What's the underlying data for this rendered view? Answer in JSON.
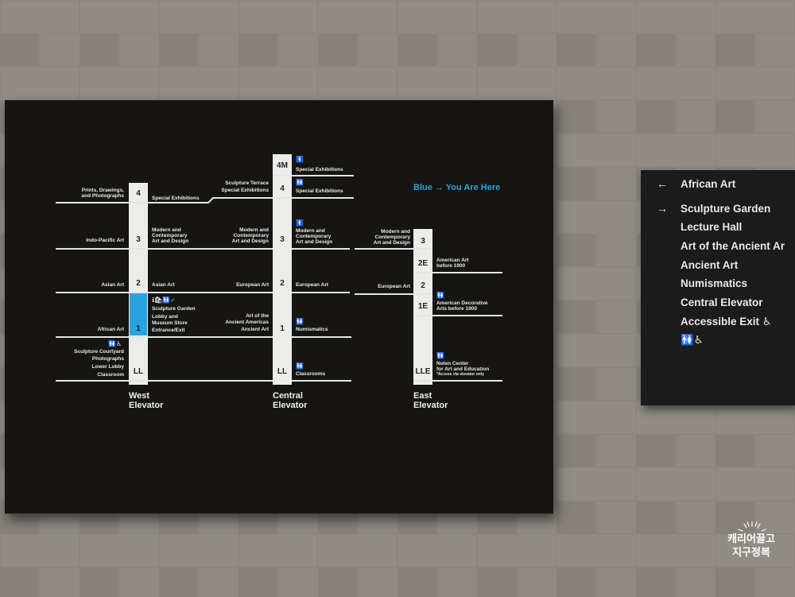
{
  "legend": "Blue → You Are Here",
  "west": {
    "name_line1": "West",
    "name_line2": "Elevator",
    "floors": [
      "4",
      "3",
      "2",
      "1",
      "LL"
    ],
    "left_labels": {
      "f4": [
        "Prints, Drawings,",
        "and Photographs"
      ],
      "f3": "Indo-Pacific Art",
      "f2": "Asian Art",
      "f1": "African Art",
      "ll": [
        "Sculpture Courtyard",
        "Photographs",
        "Lower Lobby",
        "Classroom"
      ]
    },
    "right_labels": {
      "f4": "Special Exhibitions",
      "f3": [
        "Modern and",
        "Contemporary",
        "Art and Design"
      ],
      "f2": "Asian Art",
      "f1": [
        "Sculpture Garden",
        "Lobby and",
        "Museum Store",
        "Entrance/Exit"
      ]
    }
  },
  "central": {
    "name_line1": "Central",
    "name_line2": "Elevator",
    "floors": [
      "4M",
      "4",
      "3",
      "2",
      "1",
      "LL"
    ],
    "left_labels": {
      "f4": [
        "Sculpture Terrace",
        "Special Exhibitions"
      ],
      "f3": [
        "Modern and",
        "Contemporary",
        "Art and Design"
      ],
      "f2": "European Art",
      "f1": [
        "Art of the",
        "Ancient Americas",
        "Ancient Art"
      ]
    },
    "right_labels": {
      "f4m": "Special Exhibitions",
      "f4": "Special Exhibitions",
      "f3": [
        "Modern and",
        "Contemporary",
        "Art and Design"
      ],
      "f2": "European Art",
      "f1": "Numismatics",
      "ll": "Classrooms"
    }
  },
  "east": {
    "name_line1": "East",
    "name_line2": "Elevator",
    "floors": [
      "3",
      "2E",
      "2",
      "1E",
      "LLE"
    ],
    "left_labels": {
      "f3": [
        "Modern and",
        "Contemporary",
        "Art and Design"
      ],
      "f2": "European Art"
    },
    "right_labels": {
      "f2e": [
        "American Art",
        "before 1900"
      ],
      "f1e": [
        "American Decorative",
        "Arts before 1900"
      ],
      "lle": [
        "Nolen Center",
        "for Art and Education",
        "*Access via elevator only"
      ]
    }
  },
  "directory": {
    "items": [
      {
        "arrow": "←",
        "label": "African Art"
      },
      {
        "arrow": "→",
        "label": "Sculpture Garden"
      },
      {
        "arrow": "",
        "label": "Lecture Hall"
      },
      {
        "arrow": "",
        "label": "Art of the Ancient Ar"
      },
      {
        "arrow": "",
        "label": "Ancient Art"
      },
      {
        "arrow": "",
        "label": "Numismatics"
      },
      {
        "arrow": "",
        "label": "Central Elevator"
      },
      {
        "arrow": "",
        "label": "Accessible Exit ♿"
      },
      {
        "arrow": "",
        "label": "🚻♿"
      }
    ]
  },
  "watermark": {
    "line1": "캐리어끌고",
    "line2": "지구정복"
  },
  "colors": {
    "board": "#161513",
    "you_are_here": "#2aa3df",
    "wall": "#8a8580"
  }
}
